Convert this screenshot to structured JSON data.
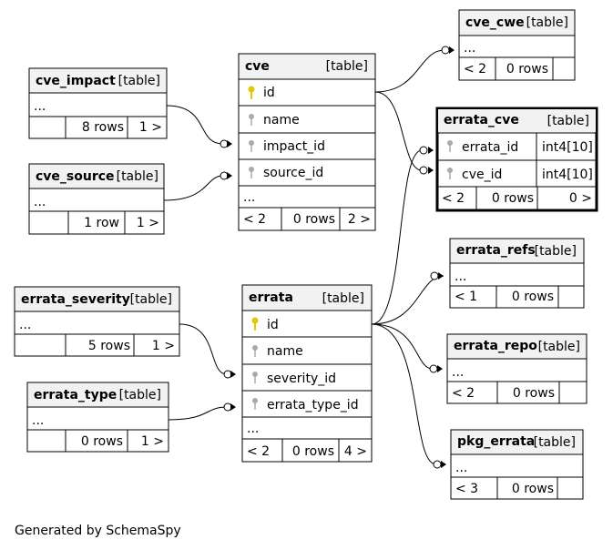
{
  "tables": {
    "cve_impact": {
      "name": "cve_impact",
      "type": "[table]",
      "more": "...",
      "footer": [
        "",
        "8 rows",
        "1 >"
      ]
    },
    "cve_source": {
      "name": "cve_source",
      "type": "[table]",
      "more": "...",
      "footer": [
        "",
        "1 row",
        "1 >"
      ]
    },
    "cve": {
      "name": "cve",
      "type": "[table]",
      "columns": [
        "id",
        "name",
        "impact_id",
        "source_id"
      ],
      "more": "...",
      "footer": [
        "< 2",
        "0 rows",
        "2 >"
      ]
    },
    "cve_cwe": {
      "name": "cve_cwe",
      "type": "[table]",
      "more": "...",
      "footer": [
        "< 2",
        "0 rows",
        ""
      ]
    },
    "errata_cve": {
      "name": "errata_cve",
      "type": "[table]",
      "columns": [
        "errata_id",
        "cve_id"
      ],
      "column_types": [
        "int4[10]",
        "int4[10]"
      ],
      "footer": [
        "< 2",
        "0 rows",
        "0 >"
      ]
    },
    "errata_severity": {
      "name": "errata_severity",
      "type": "[table]",
      "more": "...",
      "footer": [
        "",
        "5 rows",
        "1 >"
      ]
    },
    "errata_type": {
      "name": "errata_type",
      "type": "[table]",
      "more": "...",
      "footer": [
        "",
        "0 rows",
        "1 >"
      ]
    },
    "errata": {
      "name": "errata",
      "type": "[table]",
      "columns": [
        "id",
        "name",
        "severity_id",
        "errata_type_id"
      ],
      "more": "...",
      "footer": [
        "< 2",
        "0 rows",
        "4 >"
      ]
    },
    "errata_refs": {
      "name": "errata_refs",
      "type": "[table]",
      "more": "...",
      "footer": [
        "< 1",
        "0 rows",
        ""
      ]
    },
    "errata_repo": {
      "name": "errata_repo",
      "type": "[table]",
      "more": "...",
      "footer": [
        "< 2",
        "0 rows",
        ""
      ]
    },
    "pkg_errata": {
      "name": "pkg_errata",
      "type": "[table]",
      "more": "...",
      "footer": [
        "< 3",
        "0 rows",
        ""
      ]
    }
  },
  "footer_text": "Generated by SchemaSpy",
  "colors": {
    "header_bg": "#f2f2f2",
    "primary_key": "#e6c800",
    "key": "#aaaaaa",
    "border": "#000000"
  }
}
